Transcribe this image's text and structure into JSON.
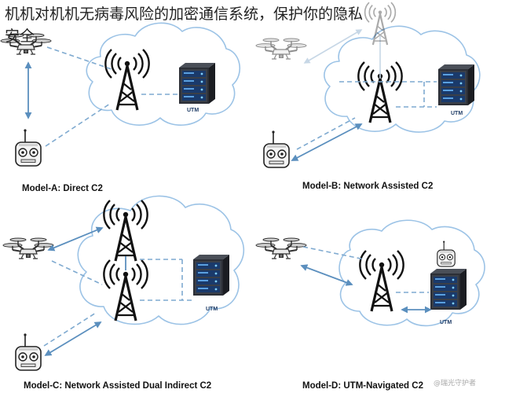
{
  "title": "机机对机机无病毒风险的加密通信系统，保护你的隐私安全",
  "panels": [
    {
      "caption": "Model-A: Direct C2"
    },
    {
      "caption": "Model-B: Network Assisted C2"
    },
    {
      "caption": "Model-C: Network Assisted Dual Indirect C2"
    },
    {
      "caption": "Model-D: UTM-Navigated C2"
    }
  ],
  "server_label": "UTM",
  "watermark": "@瑞光守护者",
  "colors": {
    "link": "#5b8fbe",
    "dashed_link": "#7faad0",
    "cloud_outline": "#9cc3e6",
    "server_blue": "#1f3c66"
  },
  "icons": [
    "drone-icon",
    "controller-icon",
    "cell-tower-icon",
    "server-icon",
    "cloud-icon",
    "bidirectional-arrow"
  ]
}
